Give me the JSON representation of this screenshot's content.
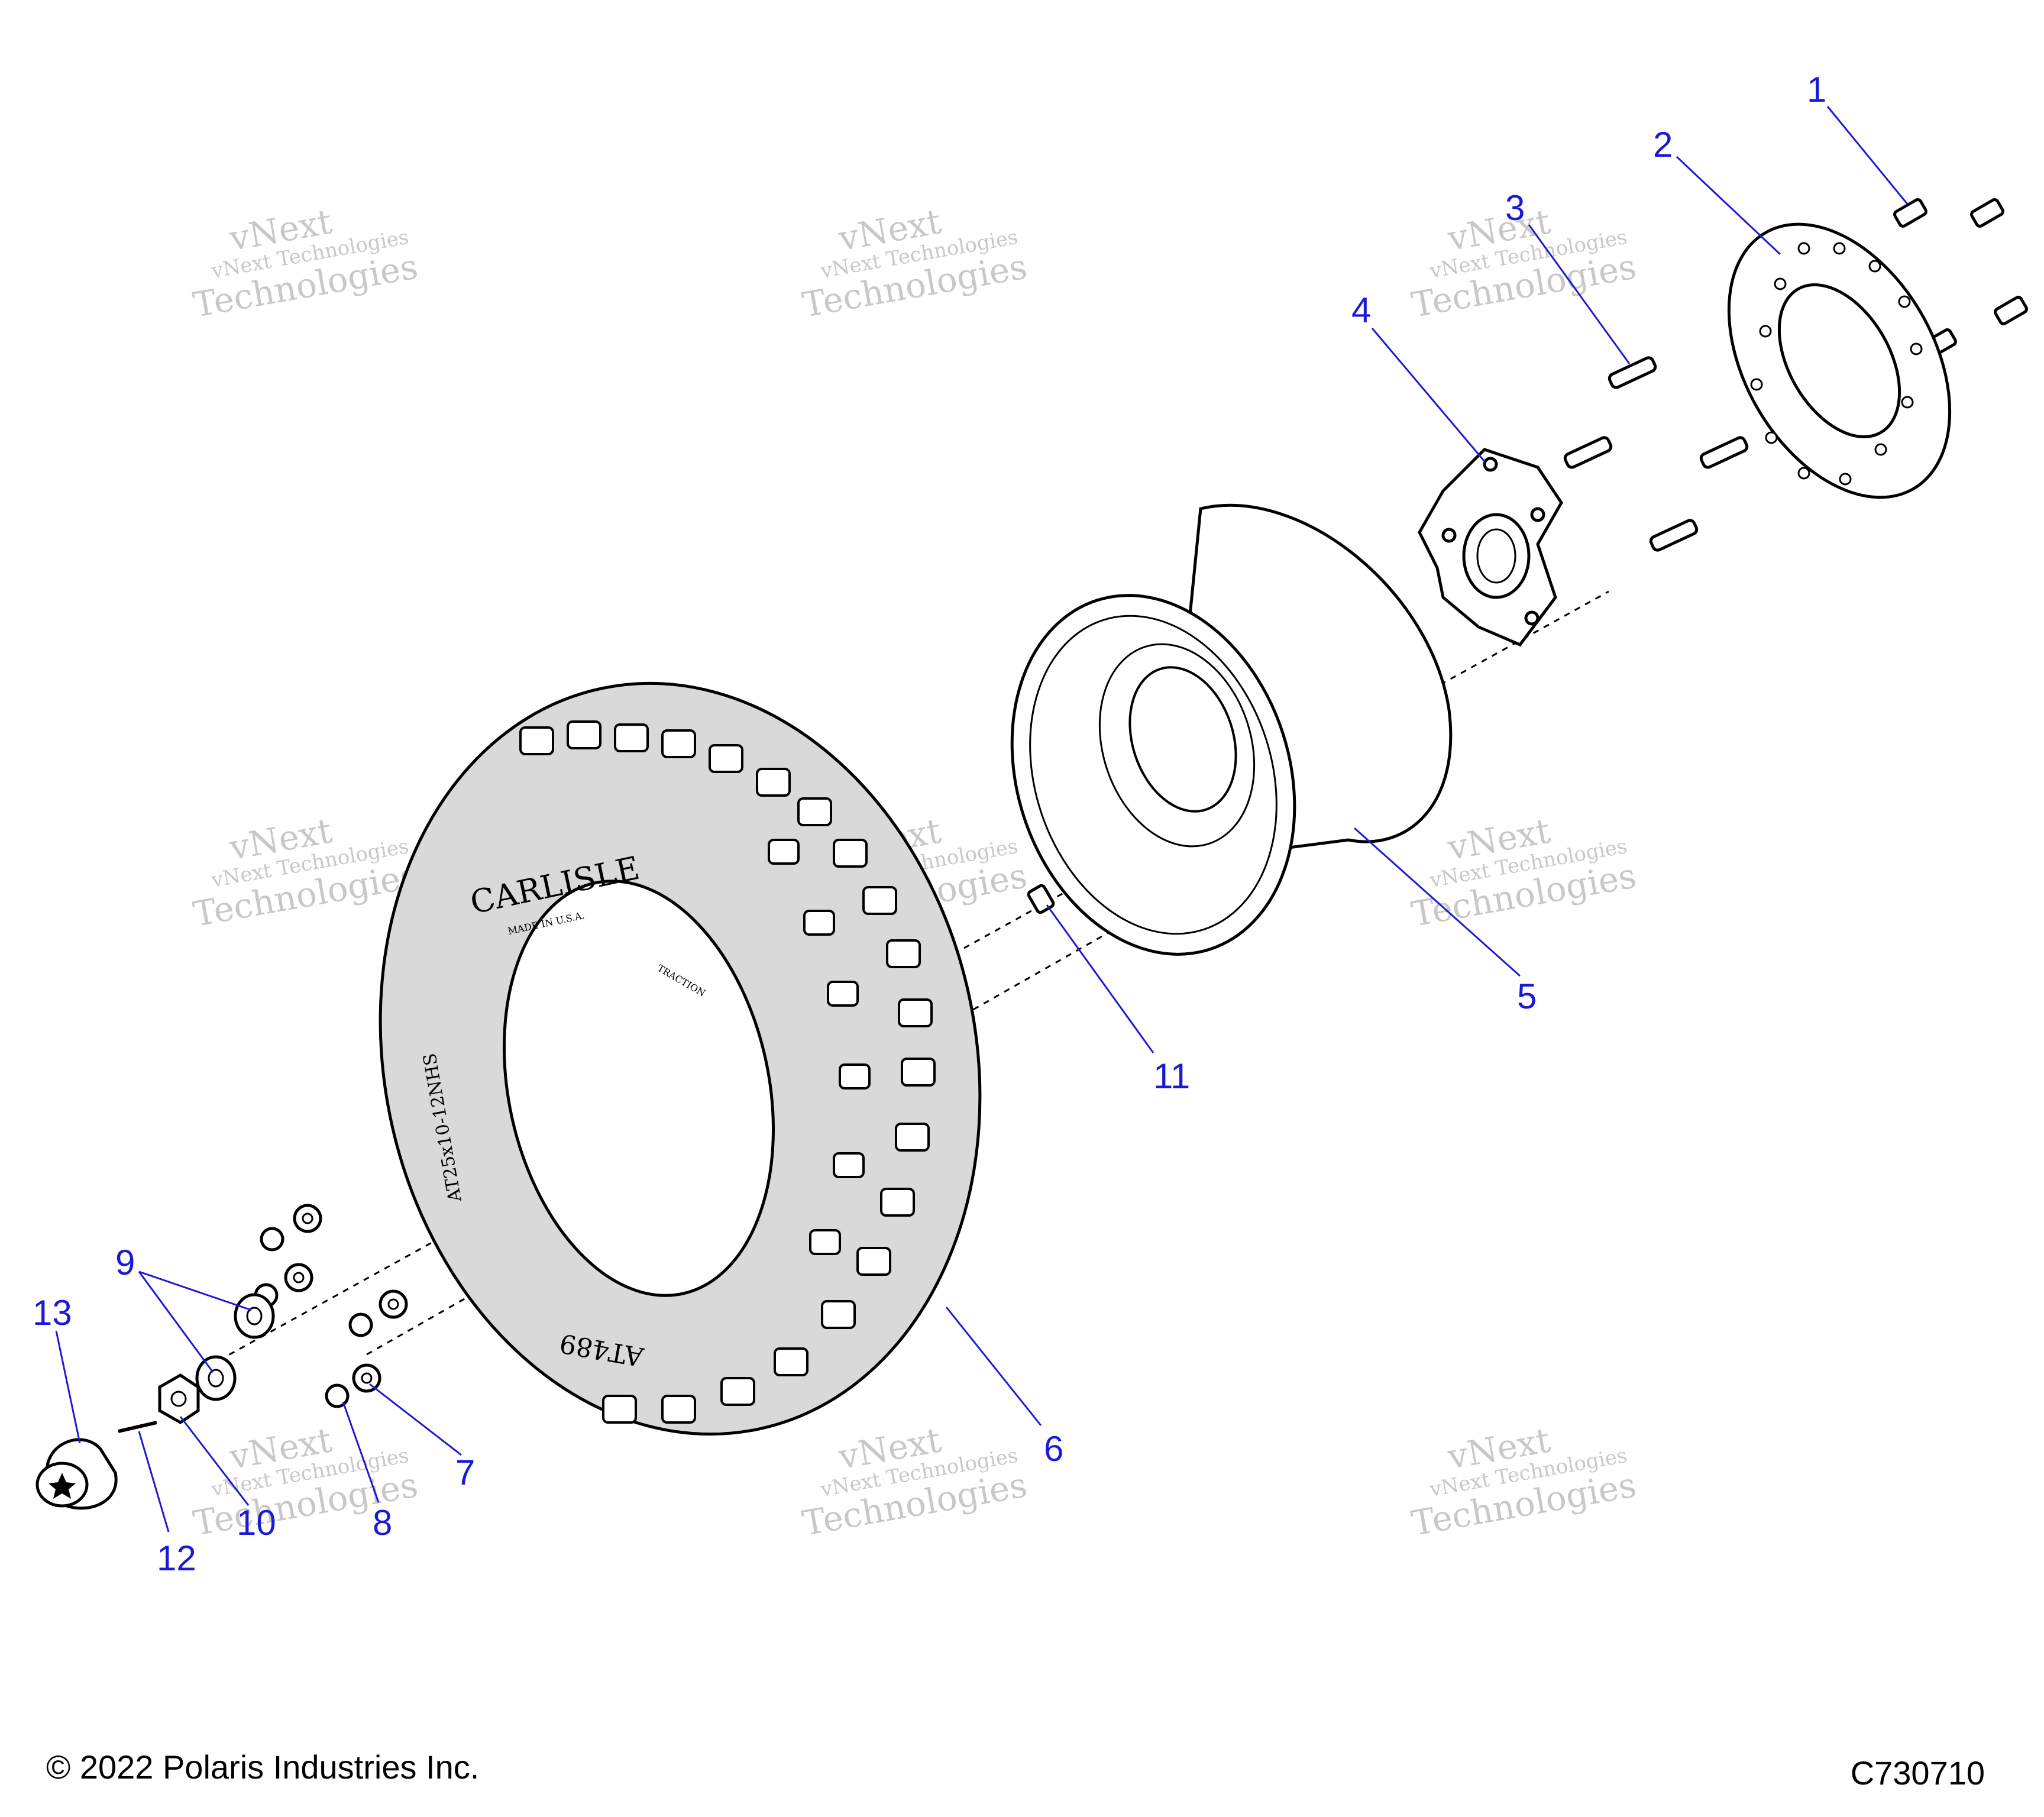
{
  "callouts": [
    "1",
    "2",
    "3",
    "4",
    "5",
    "6",
    "7",
    "8",
    "9",
    "10",
    "11",
    "12",
    "13"
  ],
  "watermark": {
    "line1": "vNext Technologies",
    "line2": "vNext",
    "line3": "Technologies"
  },
  "tire_labels": {
    "brand": "CARLISLE",
    "made_in": "MADE IN U.S.A.",
    "traction": "TRACTION",
    "model": "AT489",
    "size": "AT25x10-12NHS"
  },
  "footer": {
    "copyright": "© 2022 Polaris Industries Inc.",
    "drawing_code": "C730710"
  },
  "colors": {
    "callout": "#1a1ad6",
    "tire_fill": "#d9d9d9",
    "watermark": "#c8c8c8"
  }
}
